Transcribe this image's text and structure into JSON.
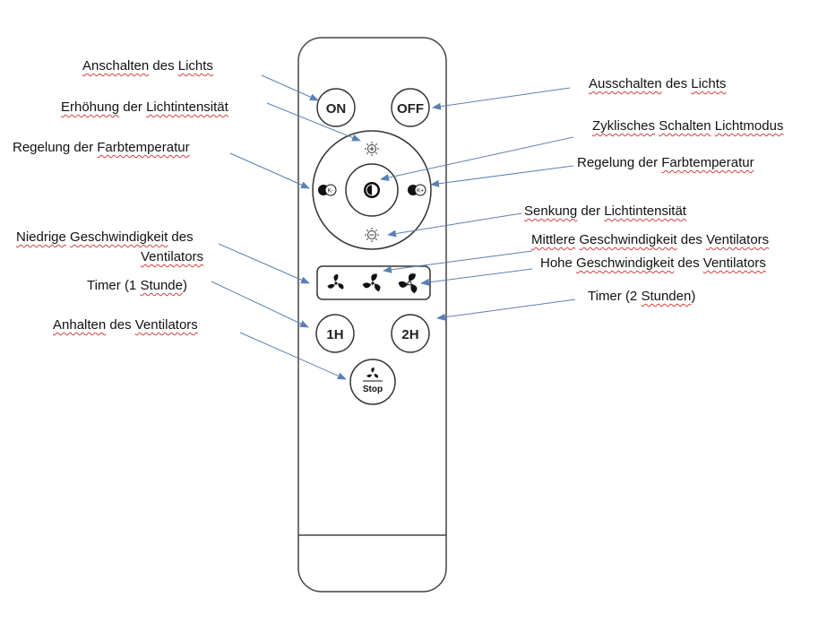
{
  "labels": {
    "anschalten": [
      "Anschalten",
      " des ",
      "Lichts"
    ],
    "erhoehung": [
      "Erhöhung",
      " der ",
      "Lichtintensität"
    ],
    "regelung_left": [
      "Regelung der ",
      "Farbtemperatur"
    ],
    "niedrige_1": [
      "Niedrige",
      " ",
      "Geschwindigkeit",
      " des"
    ],
    "niedrige_2": "Ventilators",
    "timer1": [
      "Timer (1 ",
      "Stunde",
      ")"
    ],
    "anhalten": [
      "Anhalten",
      " des ",
      "Ventilators"
    ],
    "ausschalten": [
      "Ausschalten",
      " des ",
      "Lichts"
    ],
    "zyklisch": [
      "Zyklisches",
      " ",
      "Schalten",
      " ",
      "Lichtmodus"
    ],
    "regelung_right": [
      "Regelung der ",
      "Farbtemperatur"
    ],
    "senkung": [
      "Senkung",
      " der ",
      "Lichtintensität"
    ],
    "mittlere": [
      "Mittlere",
      " ",
      "Geschwindigkeit",
      " des ",
      "Ventilators"
    ],
    "hohe": [
      "Hohe",
      " ",
      "Geschwindigkeit",
      " des ",
      "Ventilators"
    ],
    "timer2": [
      "Timer (2 ",
      "Stunden",
      ")"
    ]
  },
  "buttons": {
    "on": "ON",
    "off": "OFF",
    "one_h": "1H",
    "two_h": "2H",
    "stop": "Stop",
    "k_minus": "K-",
    "k_plus": "K+"
  },
  "icons": [
    "sun-plus-icon",
    "sun-minus-icon",
    "light-mode-icon",
    "fan-low-icon",
    "fan-medium-icon",
    "fan-high-icon",
    "fan-stop-icon"
  ],
  "colors": {
    "arrow": "#5a7fb5",
    "outline": "#333333",
    "squiggle": "#d04040"
  }
}
